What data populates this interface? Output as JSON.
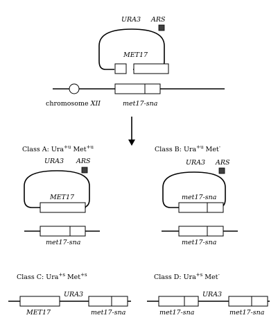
{
  "top": {
    "plasmid_label_ura3": "URA3",
    "plasmid_label_ars": "ARS",
    "plasmid_label_met17": "MET17",
    "chromosome_label": "chromosome XII",
    "chromosome_gene_label": "met17-sna"
  },
  "class_a": {
    "prefix": "Class A: Ura",
    "ura_sup": "+u",
    "met": " Met",
    "met_sup": "+u",
    "plasmid_ura3": "URA3",
    "plasmid_ars": "ARS",
    "plasmid_gene": "MET17",
    "chrom_gene": "met17-sna"
  },
  "class_b": {
    "prefix": "Class B: Ura",
    "ura_sup": "+u",
    "met": " Met",
    "met_sup": "-",
    "plasmid_ura3": "URA3",
    "plasmid_ars": "ARS",
    "plasmid_gene": "met17-sna",
    "chrom_gene": "met17-sna"
  },
  "class_c": {
    "prefix": "Class C: Ura",
    "ura_sup": "+s",
    "met": " Met",
    "met_sup": "+s",
    "ura3": "URA3",
    "left_gene": "MET17",
    "right_gene": "met17-sna"
  },
  "class_d": {
    "prefix": "Class D: Ura",
    "ura_sup": "+s",
    "met": " Met",
    "met_sup": "-",
    "ura3": "URA3",
    "left_gene": "met17-sna",
    "right_gene": "met17-sna"
  }
}
